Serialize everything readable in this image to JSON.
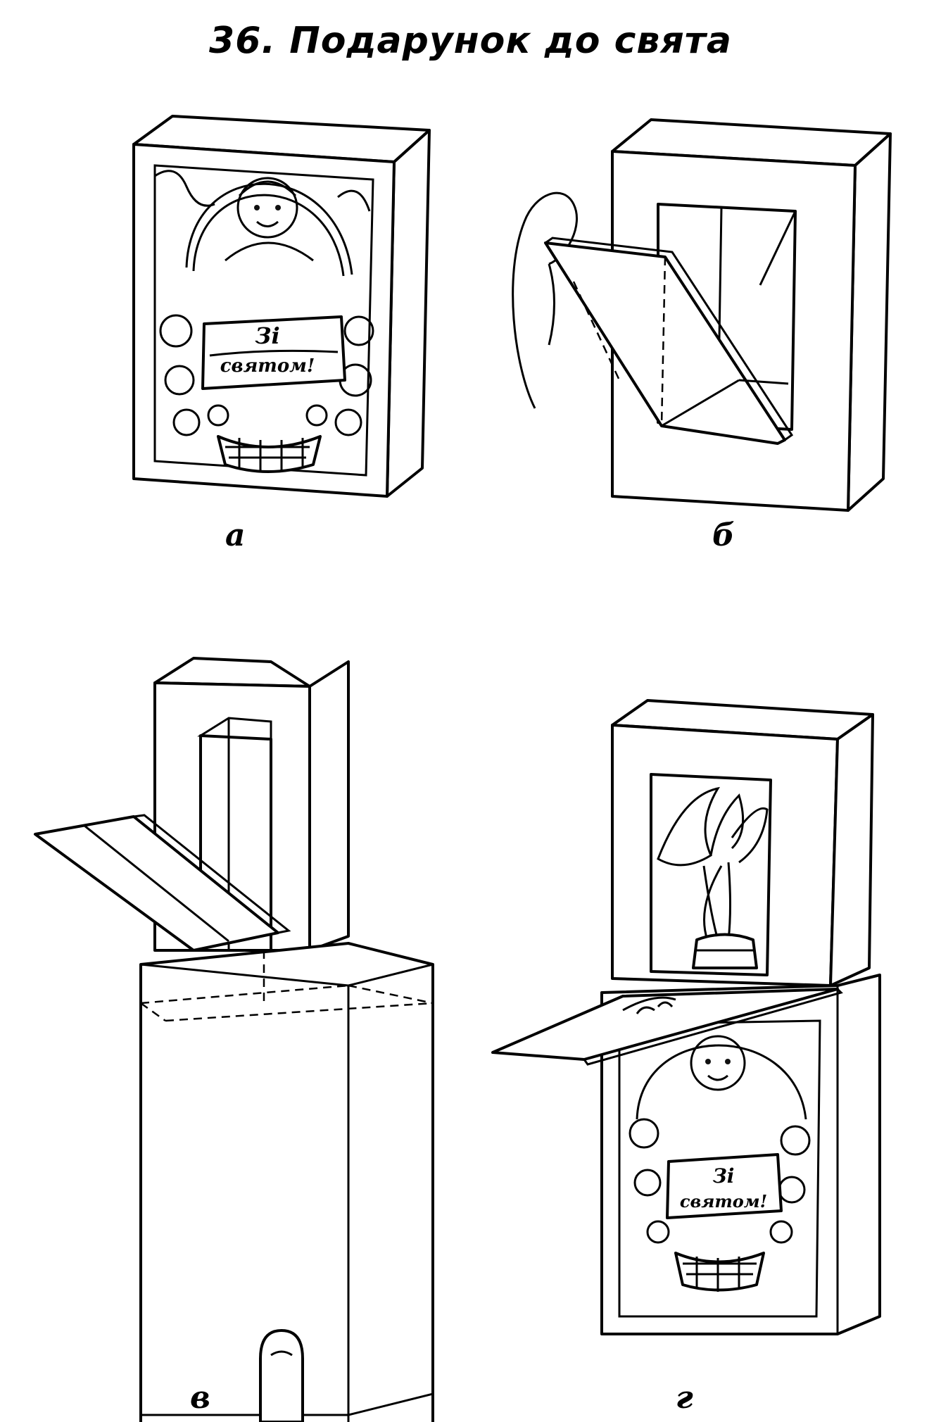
{
  "title": "36. Подарунок до свята",
  "panels": [
    {
      "id": "a",
      "label": "а",
      "card_text_line1": "Зі",
      "card_text_line2": "святом!"
    },
    {
      "id": "b",
      "label": "б"
    },
    {
      "id": "v",
      "label": "в"
    },
    {
      "id": "g",
      "label": "г",
      "card_text_line1": "Зі",
      "card_text_line2": "святом!"
    }
  ]
}
